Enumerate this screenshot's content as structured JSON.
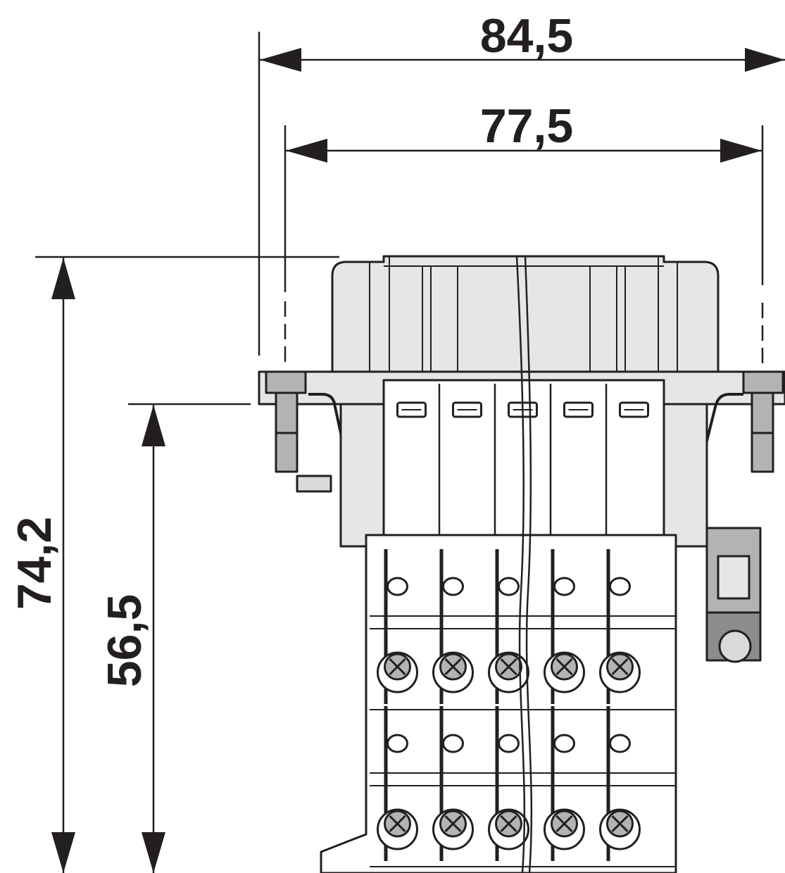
{
  "dimensions": {
    "overall_width": "84,5",
    "inner_width": "77,5",
    "overall_height": "74,2",
    "lower_height": "56,5"
  },
  "colors": {
    "line": "#231f20",
    "fill_light": "#e6e6e6",
    "fill_mid": "#b3b3b3",
    "fill_dark": "#8c8c8c",
    "background": "#ffffff"
  },
  "connector": {
    "insert_columns": 5,
    "terminal_rows": 2
  }
}
